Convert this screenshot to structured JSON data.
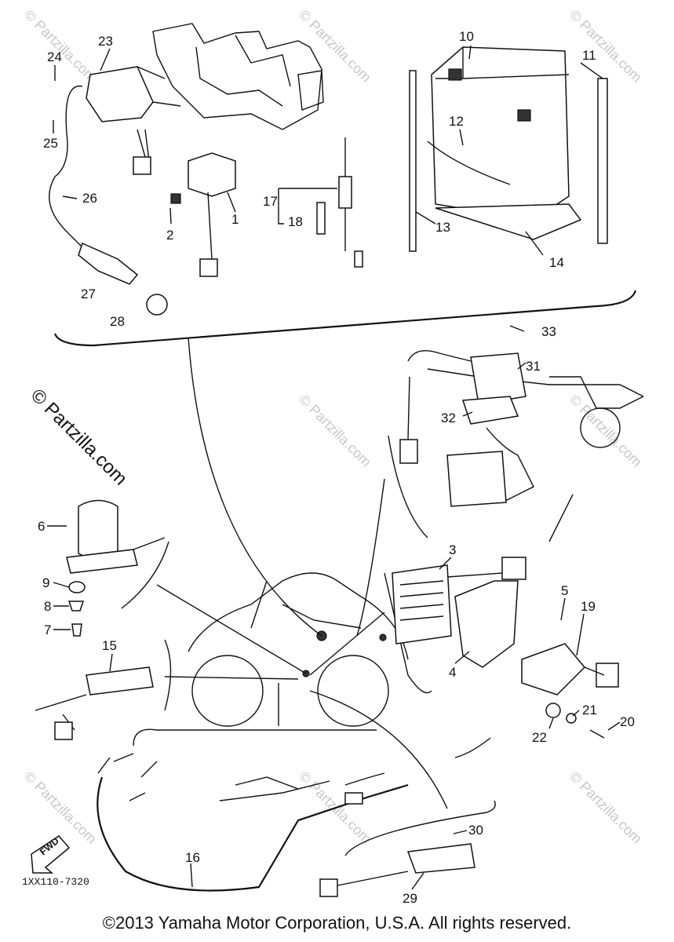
{
  "callouts": [
    "23",
    "24",
    "25",
    "26",
    "2",
    "1",
    "17",
    "18",
    "27",
    "28",
    "10",
    "11",
    "12",
    "13",
    "14",
    "33",
    "31",
    "32",
    "6",
    "9",
    "8",
    "7",
    "15",
    "3",
    "5",
    "19",
    "4",
    "22",
    "21",
    "20",
    "16",
    "30",
    "29"
  ],
  "watermark": {
    "site": "© Partzilla.com",
    "site_large": "© Partzilla.com"
  },
  "drawing_code": "1XX110-7320",
  "fwd_label": "FWD",
  "copyright": "©2013  Yamaha Motor Corporation, U.S.A. All rights reserved."
}
